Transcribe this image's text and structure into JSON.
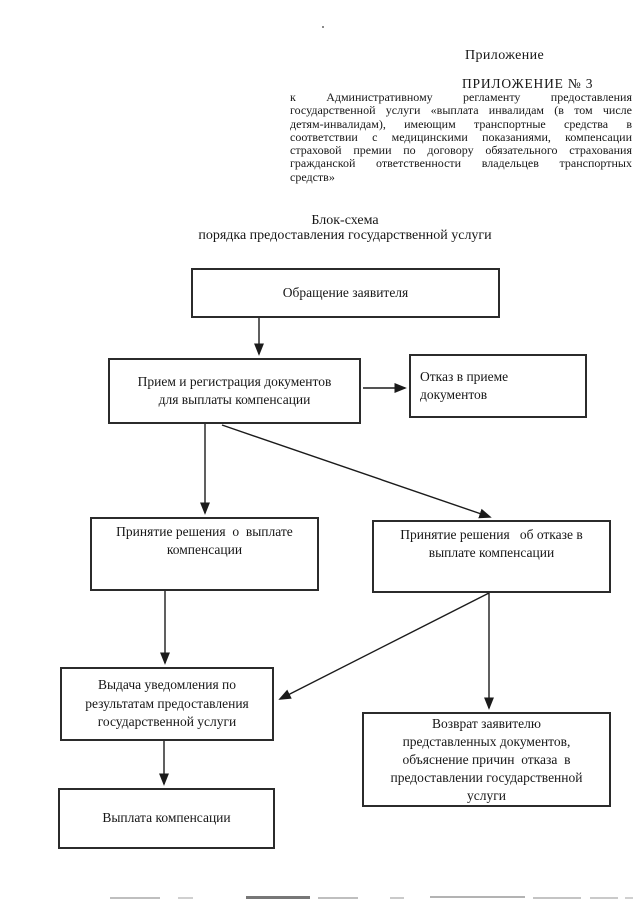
{
  "page": {
    "background_color": "#ffffff",
    "ink_color": "#161616"
  },
  "header": {
    "annex_word": "Приложение",
    "annex_number": "ПРИЛОЖЕНИЕ № 3",
    "paragraph_lines": [
      "к Административному регламенту предоставления",
      "государственной услуги «выплата инвалидам (в том числе",
      "детям-инвалидам), имеющим транспортные средства в",
      "соответствии с медицинскими показаниями, компенсации",
      "страховой премии по договору обязательного страхования",
      "гражданской ответственности владельцев транспортных",
      "средств»"
    ]
  },
  "title": {
    "line1": "Блок-схема",
    "line2": "порядка предоставления государственной услуги"
  },
  "flowchart": {
    "boxes": [
      {
        "id": "applicant-request",
        "label": "Обращение заявителя"
      },
      {
        "id": "reception-registration",
        "label": "Прием и регистрация документов\nдля выплаты компенсации"
      },
      {
        "id": "refusal-accept-documents",
        "label": "Отказ в приеме\nдокументов"
      },
      {
        "id": "decision-pay",
        "label": "Принятие решения  о  выплате\nкомпенсации"
      },
      {
        "id": "decision-refuse",
        "label": "Принятие решения   об отказе в\nвыплате компенсации"
      },
      {
        "id": "notification-issue",
        "label": "Выдача уведомления по\nрезультатам предоставления\nгосударственной услуги"
      },
      {
        "id": "return-documents",
        "label": "Возврат заявителю\nпредставленных документов,\nобъяснение причин  отказа  в\nпредоставлении государственной\nуслуги"
      },
      {
        "id": "compensation-payment",
        "label": "Выплата компенсации"
      }
    ],
    "arrows": [
      {
        "from": "applicant-request",
        "to": "reception-registration"
      },
      {
        "from": "reception-registration",
        "to": "refusal-accept-documents"
      },
      {
        "from": "reception-registration",
        "to": "decision-pay"
      },
      {
        "from": "reception-registration",
        "to": "decision-refuse"
      },
      {
        "from": "decision-pay",
        "to": "notification-issue"
      },
      {
        "from": "decision-refuse",
        "to": "notification-issue"
      },
      {
        "from": "decision-refuse",
        "to": "return-documents"
      },
      {
        "from": "notification-issue",
        "to": "compensation-payment"
      }
    ]
  }
}
